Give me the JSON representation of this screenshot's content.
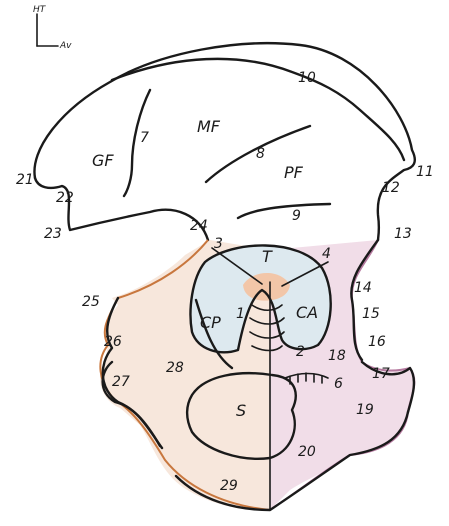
{
  "orientation": {
    "up": "HT",
    "forward": "Av"
  },
  "regions": {
    "gf": "GF",
    "mf": "MF",
    "pf": "PF",
    "t": "T",
    "cp": "CP",
    "ca": "CA",
    "s": "S"
  },
  "numbers": {
    "n1": "1",
    "n2": "2",
    "n3": "3",
    "n4": "4",
    "n6": "6",
    "n7": "7",
    "n8": "8",
    "n9": "9",
    "n10": "10",
    "n11": "11",
    "n12": "12",
    "n13": "13",
    "n14": "14",
    "n15": "15",
    "n16": "16",
    "n17": "17",
    "n18": "18",
    "n19": "19",
    "n20": "20",
    "n21": "21",
    "n22": "22",
    "n23": "23",
    "n24": "24",
    "n25": "25",
    "n26": "26",
    "n27": "27",
    "n28": "28",
    "n29": "29"
  },
  "colors": {
    "left_zone": "#f7e7dc",
    "left_zone_stroke": "#c8773e",
    "right_zone": "#f1dde8",
    "right_zone_stroke": "#b57a9f",
    "pedicle": "#dde9ef",
    "tuberosity": "#f2c6a8",
    "ink": "#1a1a1a"
  }
}
